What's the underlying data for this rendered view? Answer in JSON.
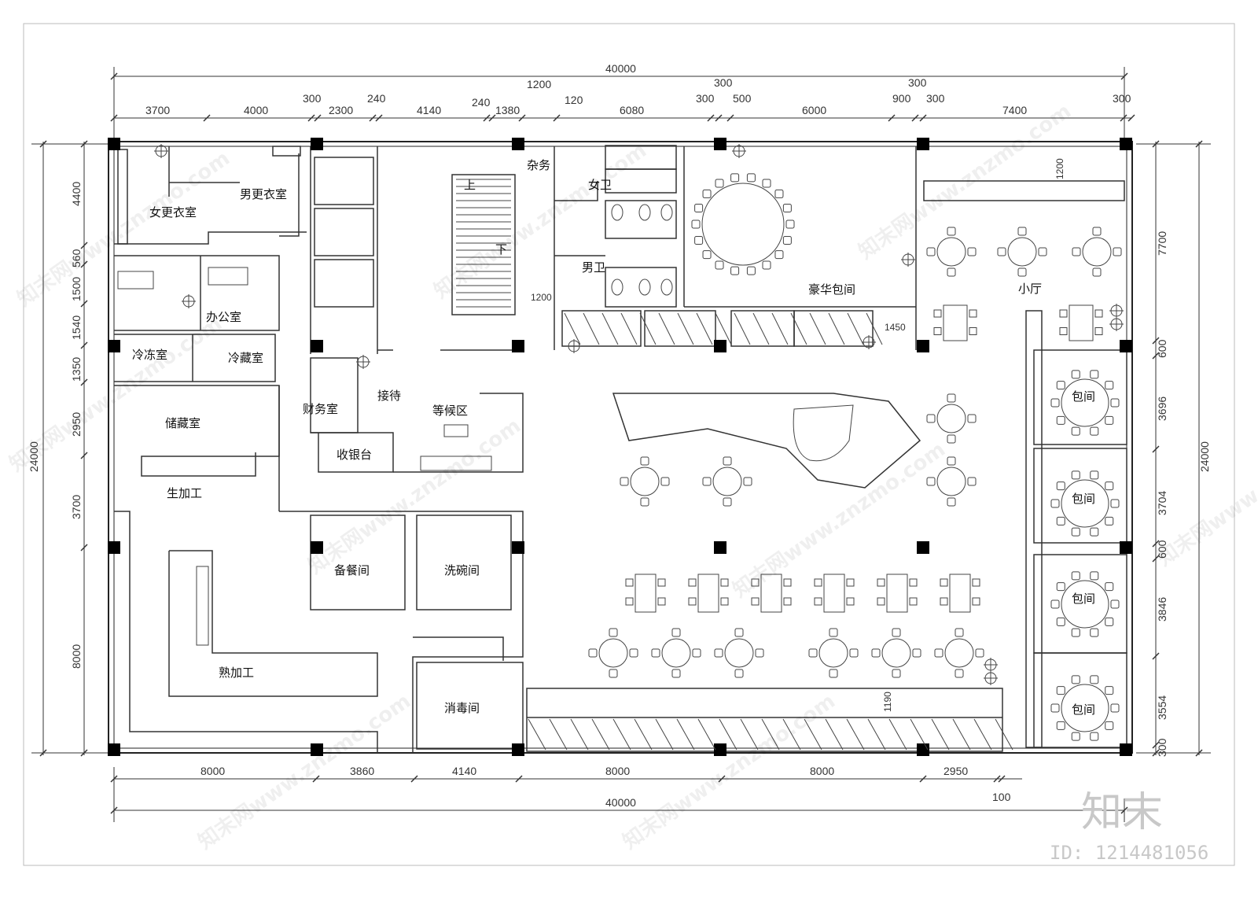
{
  "dims": {
    "top_total": "40000",
    "top_mid": [
      "1200",
      "300",
      "300"
    ],
    "top_row": [
      "3700",
      "4000",
      "300",
      "2300",
      "240",
      "4140",
      "240",
      "1380",
      "120",
      "6080",
      "300",
      "500",
      "6000",
      "900",
      "300",
      "7400",
      "300"
    ],
    "bottom_row": [
      "8000",
      "3860",
      "4140",
      "8000",
      "8000",
      "2950"
    ],
    "bottom_extra": "100",
    "bottom_total": "40000",
    "left_total": "24000",
    "left_row": [
      "4400",
      "560",
      "1500",
      "1540",
      "1350",
      "2950",
      "3700",
      "8000"
    ],
    "right_total": "24000",
    "right_row": [
      "7700",
      "600",
      "3696",
      "3704",
      "600",
      "3846",
      "3554",
      "300"
    ],
    "inner": [
      "1200",
      "1200",
      "1450",
      "1190"
    ]
  },
  "rooms": {
    "women_locker": "女更衣室",
    "men_locker": "男更衣室",
    "office": "办公室",
    "freezer": "冷冻室",
    "cold_storage": "冷藏室",
    "storage": "储藏室",
    "raw_processing": "生加工",
    "cooked_processing": "熟加工",
    "prep_room": "备餐间",
    "dish_wash": "洗碗间",
    "disinfection": "消毒间",
    "finance": "财务室",
    "reception": "接待",
    "waiting": "等候区",
    "cashier": "收银台",
    "utility": "杂务",
    "womens_wc": "女卫",
    "mens_wc": "男卫",
    "luxury_private": "豪华包间",
    "small_hall": "小厅",
    "private_room": "包间",
    "stairs_up": "上",
    "stairs_down": "下"
  },
  "watermark": "知末网www.znzmo.com",
  "brand": {
    "logo_text": "知末",
    "id_text": "ID: 1214481056"
  }
}
